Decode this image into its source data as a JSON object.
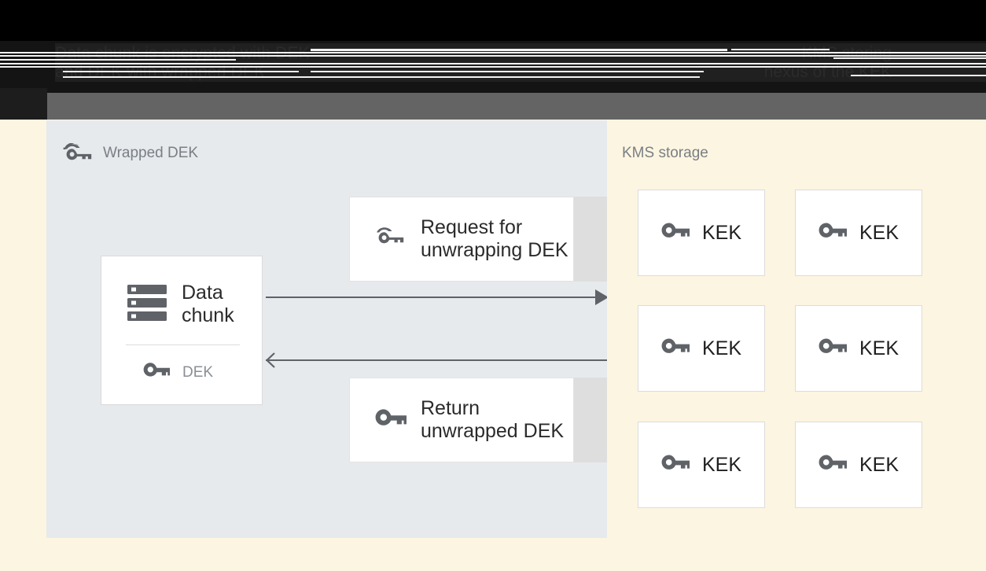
{
  "caption": {
    "line_left": "Data chunk is encrypted with DEK\nand DEK with wrapped DEK",
    "line_right": "KMS storing\nnexus of the KEK"
  },
  "left_panel": {
    "label": "Wrapped DEK",
    "label_icon": "wrapped-key-icon",
    "data_chunk_card": {
      "title": "Data\nchunk",
      "title_icon": "storage-icon",
      "key_label": "DEK",
      "key_icon": "key-icon"
    },
    "messages": [
      {
        "text": "Request for\nunwrapping DEK",
        "icon": "wrapped-key-icon"
      },
      {
        "text": "Return\nunwrapped DEK",
        "icon": "key-icon"
      }
    ],
    "arrows": [
      {
        "direction": "right",
        "name": "request-arrow"
      },
      {
        "direction": "left",
        "name": "response-arrow"
      }
    ]
  },
  "right_panel": {
    "label": "KMS storage",
    "kek_cards": [
      {
        "label": "KEK",
        "icon": "key-icon"
      },
      {
        "label": "KEK",
        "icon": "key-icon"
      },
      {
        "label": "KEK",
        "icon": "key-icon"
      },
      {
        "label": "KEK",
        "icon": "key-icon"
      },
      {
        "label": "KEK",
        "icon": "key-icon"
      },
      {
        "label": "KEK",
        "icon": "key-icon"
      }
    ]
  },
  "colors": {
    "left_panel_bg": "#e6eaed",
    "right_panel_bg": "#fcf5e1",
    "card_bg": "#ffffff",
    "band_gray": "#dedede",
    "icon_gray": "#5f6368",
    "label_gray": "#7a7f85",
    "text_dark": "#2b2b2b",
    "chrome_gray": "#646464",
    "chrome_black": "#000000"
  }
}
